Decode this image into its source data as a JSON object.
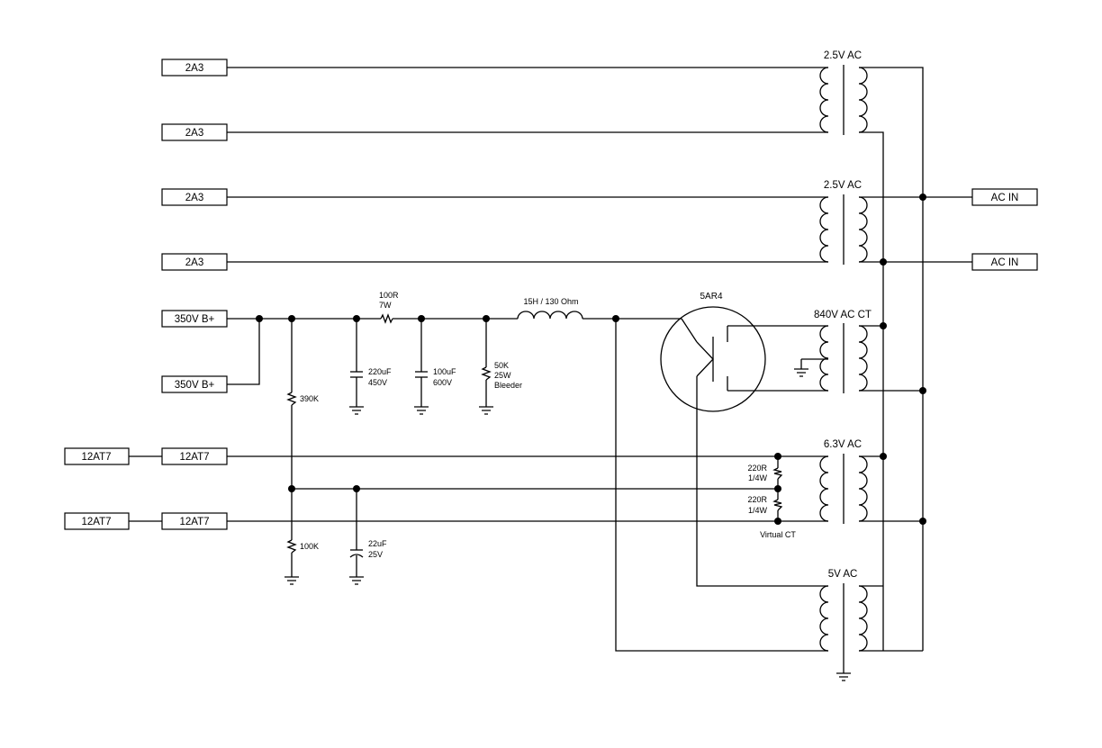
{
  "ports": {
    "heater_2a3_a": "2A3",
    "heater_2a3_b": "2A3",
    "heater_2a3_c": "2A3",
    "heater_2a3_d": "2A3",
    "bplus_a": "350V B+",
    "bplus_b": "350V B+",
    "t12at7_out1": "12AT7",
    "t12at7_in1": "12AT7",
    "t12at7_out2": "12AT7",
    "t12at7_in2": "12AT7",
    "ac_in_1": "AC IN",
    "ac_in_2": "AC IN"
  },
  "transformers": {
    "tx1": "2.5V AC",
    "tx2": "2.5V AC",
    "tx3": "840V AC CT",
    "tx4": "6.3V AC",
    "tx5": "5V AC"
  },
  "tube": {
    "label": "5AR4"
  },
  "choke": {
    "label": "15H / 130 Ohm"
  },
  "components": {
    "r_series": [
      "100R",
      "7W"
    ],
    "c_220": [
      "220uF",
      "450V"
    ],
    "c_100": [
      "100uF",
      "600V"
    ],
    "r_bleeder": [
      "50K",
      "25W",
      "Bleeder"
    ],
    "r_390k": "390K",
    "r_100k": "100K",
    "c_22": [
      "22uF",
      "25V"
    ],
    "r_220_a": [
      "220R",
      "1/4W"
    ],
    "r_220_b": [
      "220R",
      "1/4W"
    ],
    "virtual_ct": "Virtual CT"
  }
}
